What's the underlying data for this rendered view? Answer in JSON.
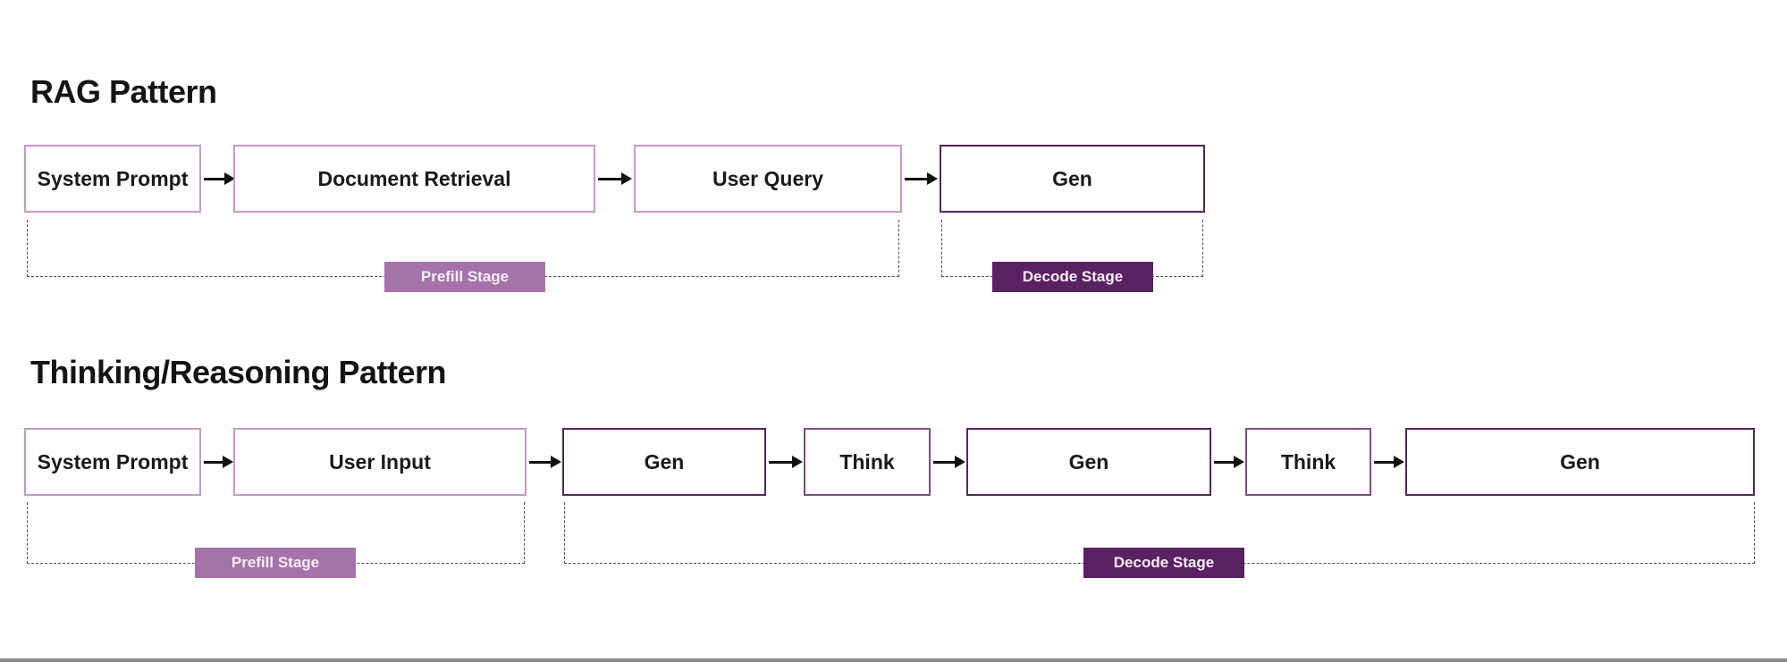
{
  "page": {
    "background": "#ffffff",
    "bottom_edge_color": "#8b8b8b"
  },
  "colors": {
    "box_border_light": "#c49bc6",
    "box_border_dark": "#4f2a58",
    "box_border_mid": "#7c4f82",
    "prefill_fill": "#a573aa",
    "decode_fill": "#5a2162",
    "arrow": "#111111",
    "bracket_dash": "#4d4d4d",
    "title_text": "#141414",
    "box_text": "#1a1a1a",
    "stage_label_text": "#f7eef8"
  },
  "diagrams": [
    {
      "title": "RAG Pattern",
      "boxes": [
        {
          "label": "System Prompt",
          "variant": "light"
        },
        {
          "label": "Document Retrieval",
          "variant": "light"
        },
        {
          "label": "User Query",
          "variant": "light"
        },
        {
          "label": "Gen",
          "variant": "dark"
        }
      ],
      "stages": [
        {
          "label": "Prefill Stage",
          "variant": "prefill",
          "spans": "System Prompt through User Query"
        },
        {
          "label": "Decode Stage",
          "variant": "decode",
          "spans": "Gen"
        }
      ]
    },
    {
      "title": "Thinking/Reasoning Pattern",
      "boxes": [
        {
          "label": "System Prompt",
          "variant": "light"
        },
        {
          "label": "User Input",
          "variant": "light"
        },
        {
          "label": "Gen",
          "variant": "dark"
        },
        {
          "label": "Think",
          "variant": "mid"
        },
        {
          "label": "Gen",
          "variant": "dark"
        },
        {
          "label": "Think",
          "variant": "mid"
        },
        {
          "label": "Gen",
          "variant": "dark"
        }
      ],
      "stages": [
        {
          "label": "Prefill Stage",
          "variant": "prefill",
          "spans": "System Prompt through User Input"
        },
        {
          "label": "Decode Stage",
          "variant": "decode",
          "spans": "Gen through final Gen"
        }
      ]
    }
  ]
}
